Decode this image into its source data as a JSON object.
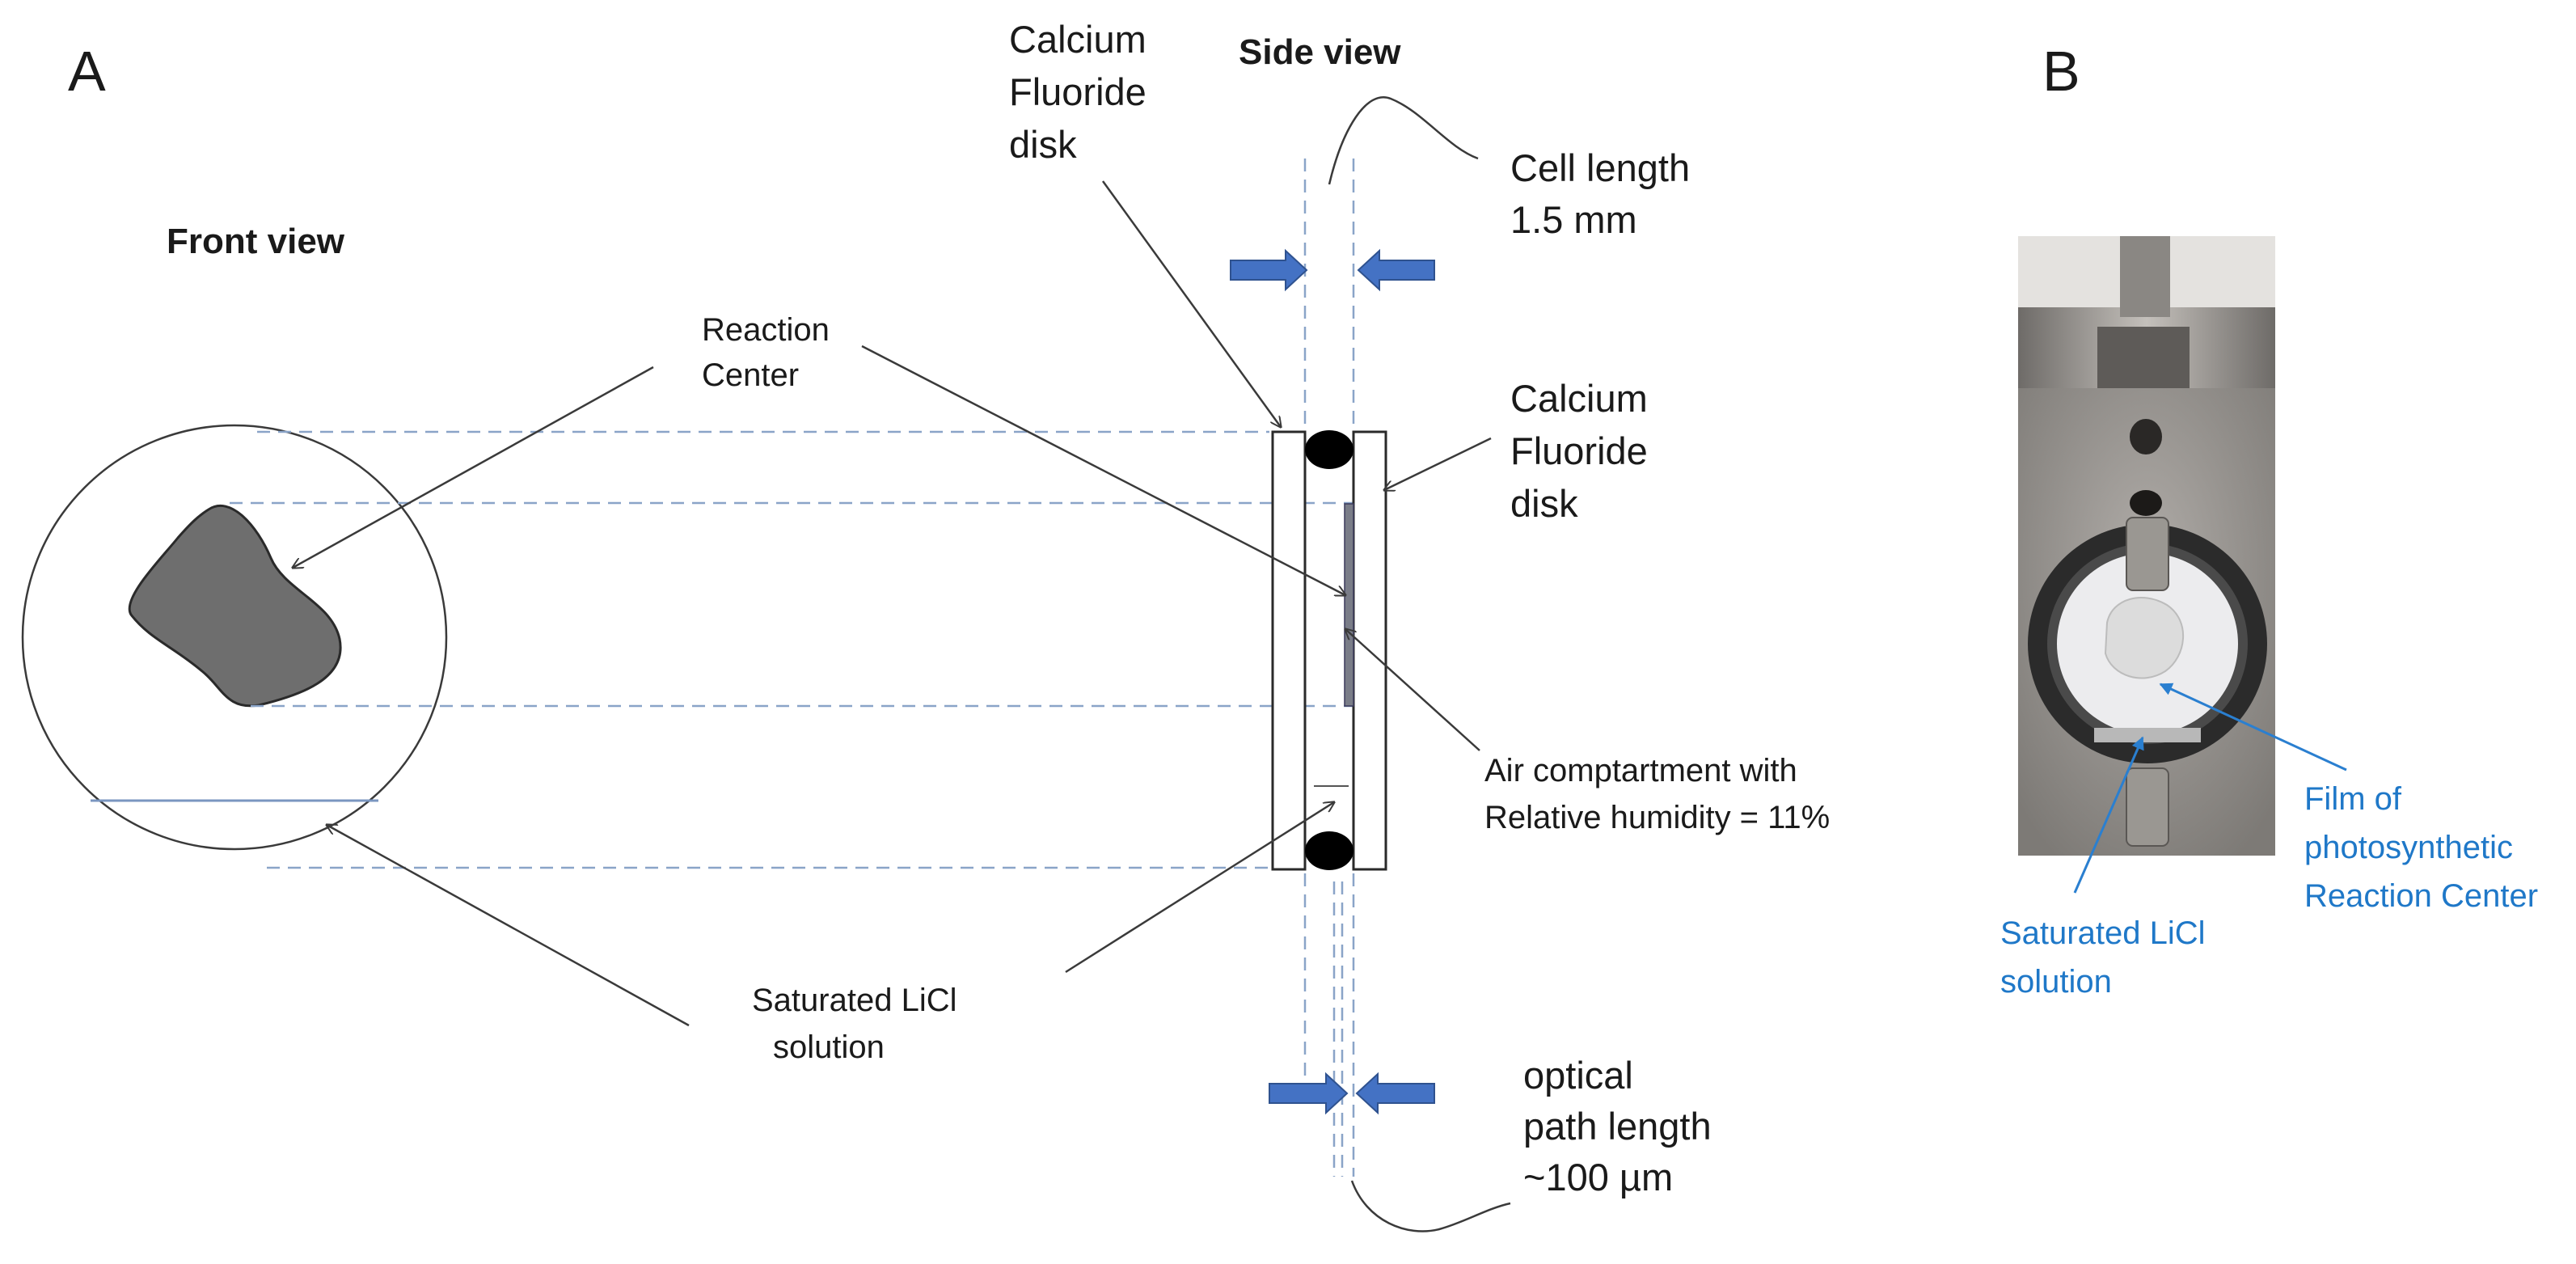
{
  "panels": {
    "a": "A",
    "b": "B"
  },
  "views": {
    "front": "Front view",
    "side": "Side view"
  },
  "labels": {
    "caf2_top": [
      "Calcium",
      "Fluoride",
      "disk"
    ],
    "caf2_right": [
      "Calcium",
      "Fluoride",
      "disk"
    ],
    "cell_length": [
      "Cell length",
      "1.5 mm"
    ],
    "reaction_center": [
      "Reaction",
      "Center"
    ],
    "air_compartment": [
      "Air comptartment with",
      "Relative humidity = 11%"
    ],
    "licl_left": [
      "Saturated LiCl",
      "solution"
    ],
    "optical_path": [
      "optical",
      "path length",
      "~100 µm"
    ]
  },
  "photo_labels": {
    "film": [
      "Film of",
      "photosynthetic",
      "Reaction Center"
    ],
    "licl": [
      "Saturated LiCl",
      "solution"
    ]
  },
  "colors": {
    "line": "#3a3a3a",
    "dashed": "#8aa4c8",
    "arrow_fill": "#4472c4",
    "sample": "#707070",
    "photo_label": "#1f78c8",
    "photo_metal": "#8d8a86"
  }
}
